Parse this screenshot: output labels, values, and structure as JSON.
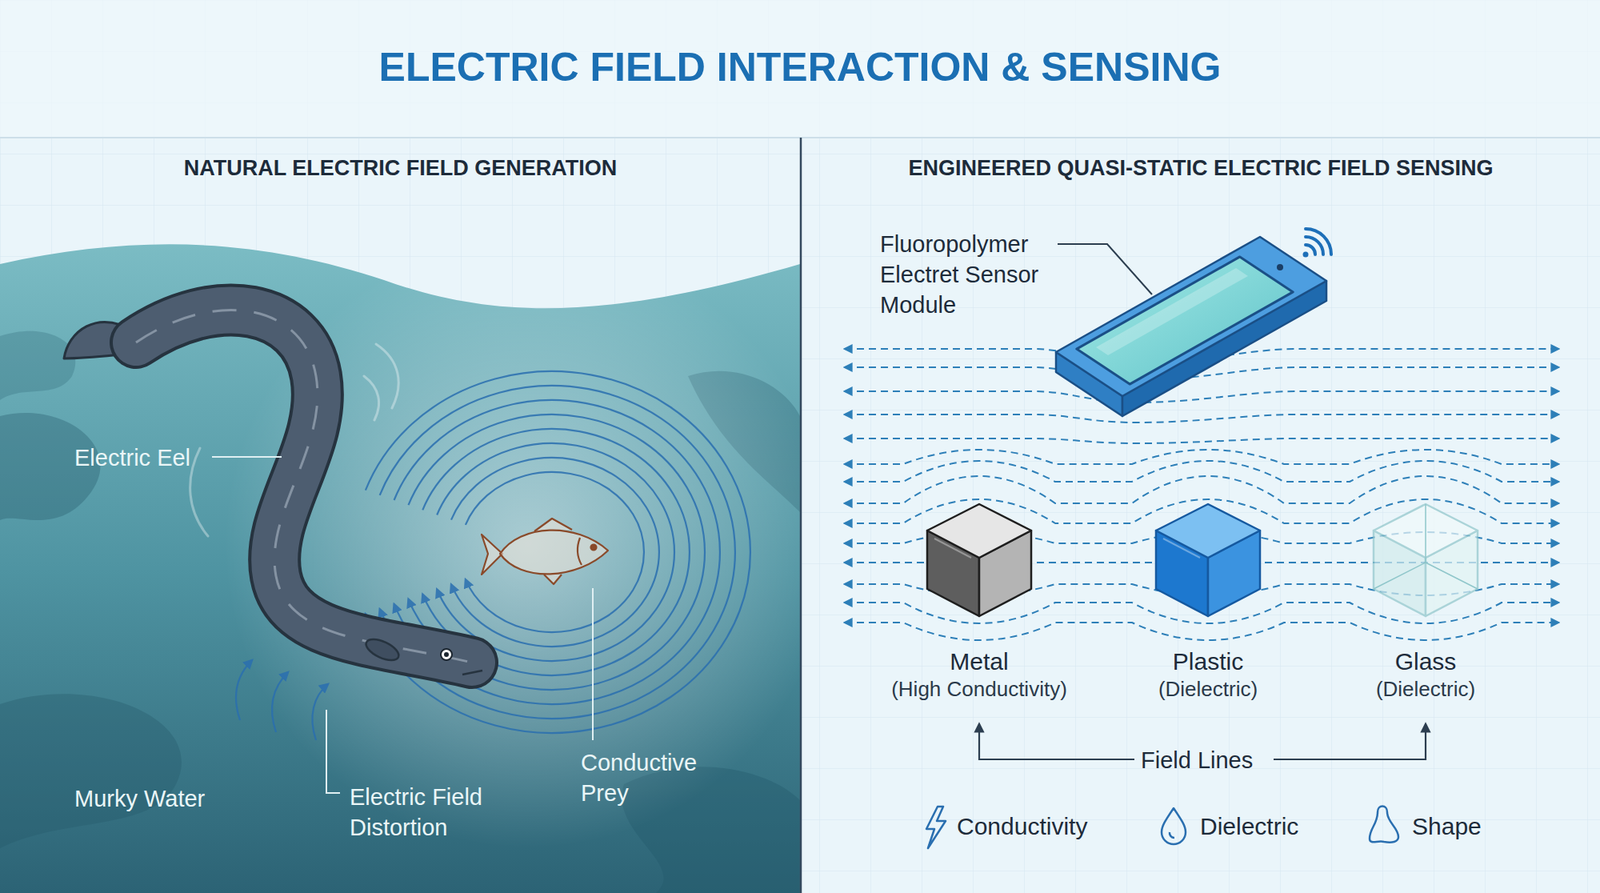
{
  "diagram": {
    "title": "ELECTRIC FIELD INTERACTION & SENSING",
    "nodes": [
      {
        "text": [
          "NATURAL ELECTRIC FIELD GENERATION"
        ]
      },
      {
        "text": [
          "ENGINEERED QUASI-STATIC ELECTRIC FIELD SENSING"
        ]
      },
      {
        "text": [
          "Metal",
          "(High Conductivity)"
        ],
        "in": 1
      },
      {
        "text": [
          "Plastic",
          "(Dielectric)"
        ],
        "in": 1
      },
      {
        "text": [
          "Glass",
          "(Dielectric)"
        ],
        "in": 1
      }
    ],
    "labels": [
      "Electric Eel",
      "Murky Water",
      "Electric Field Distortion",
      "Conductive Prey",
      "Fluoropolymer Electret Sensor Module",
      "Field Lines"
    ],
    "legend": [
      {
        "text": "Conductivity"
      },
      {
        "text": "Dielectric"
      },
      {
        "text": "Shape"
      }
    ]
  }
}
